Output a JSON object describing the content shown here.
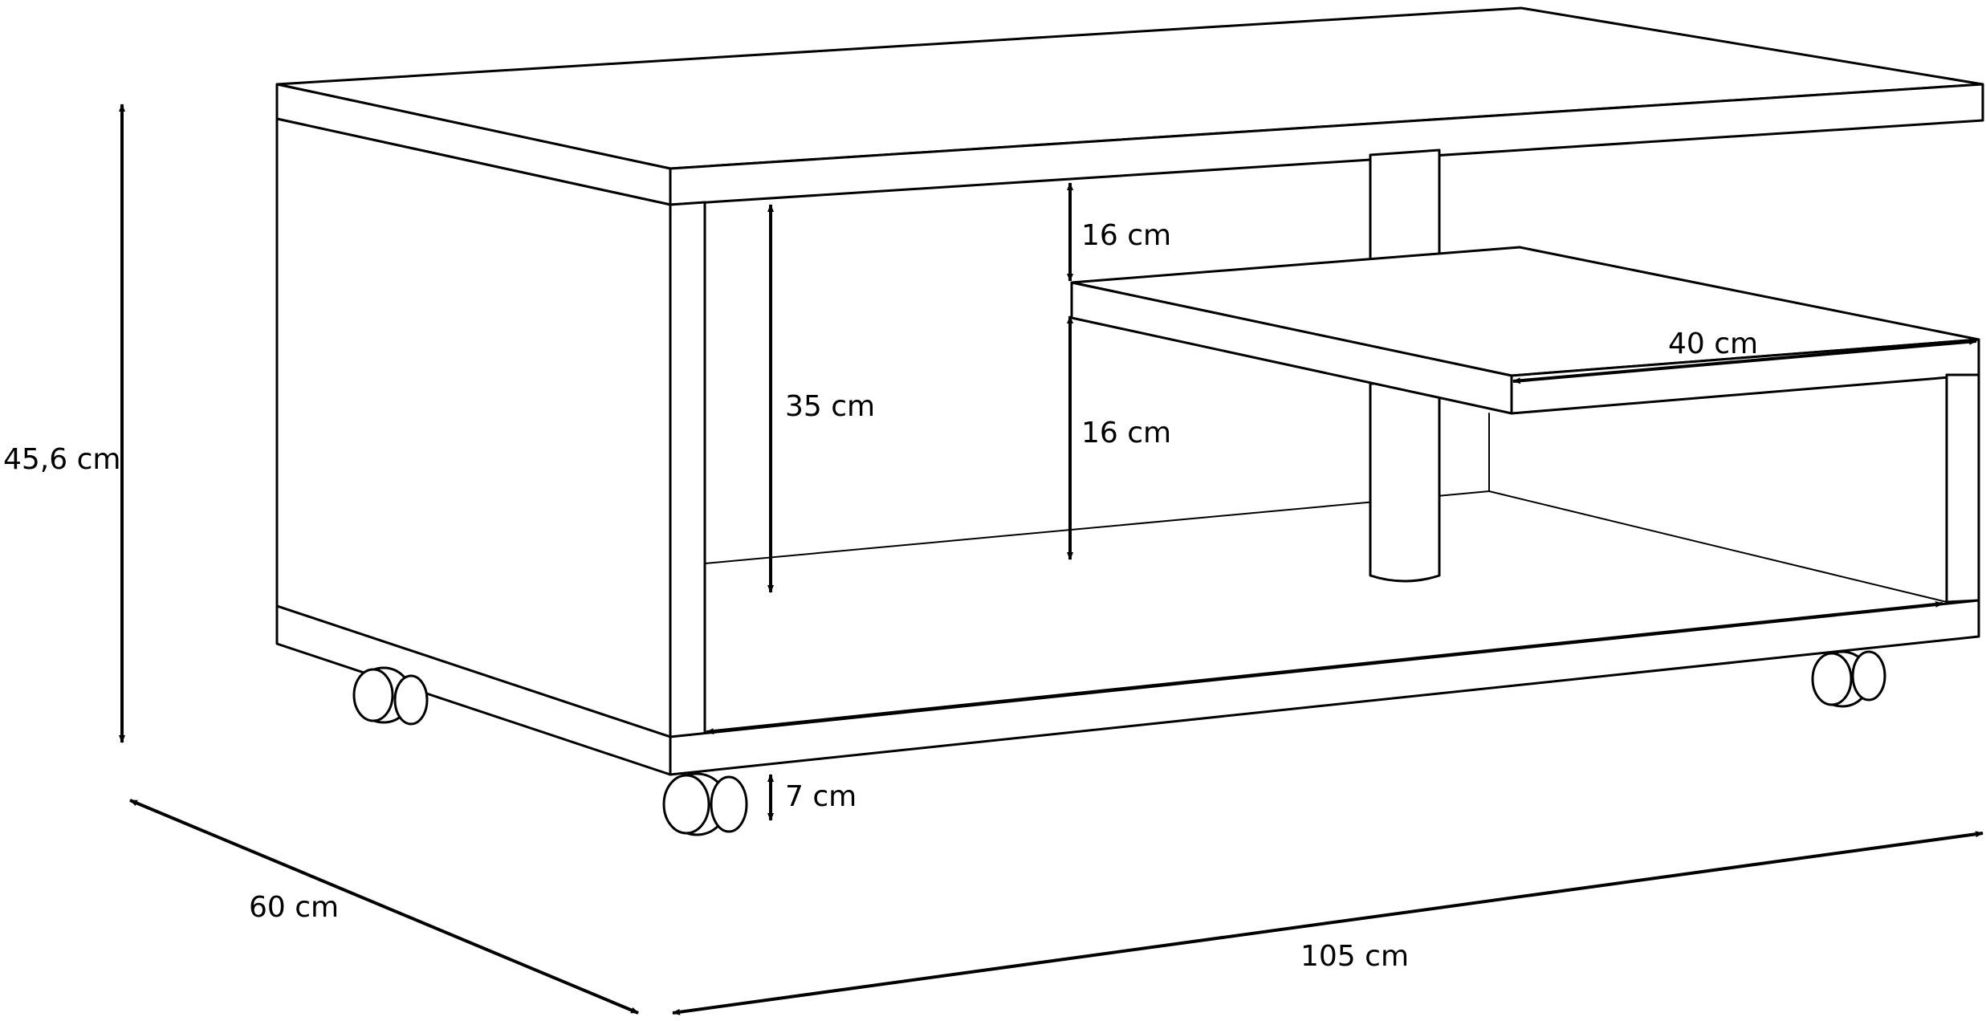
{
  "dimensions": {
    "total_height": "45,6 cm",
    "depth": "60 cm",
    "width": "105 cm",
    "open_compartment_height": "35 cm",
    "upper_gap_height": "16 cm",
    "lower_gap_height": "16 cm",
    "shelf_width": "40 cm",
    "wheel_height": "7 cm"
  }
}
